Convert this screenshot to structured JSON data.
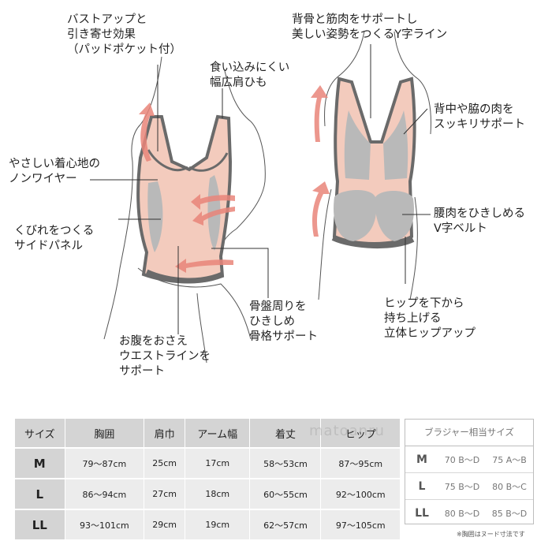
{
  "callouts": {
    "bust_up": [
      "バストアップと",
      "引き寄せ効果",
      "（パッドポケット付）"
    ],
    "strap": [
      "食い込みにくい",
      "幅広肩ひも"
    ],
    "no_wire": [
      "やさしい着心地の",
      "ノンワイヤー"
    ],
    "side_panel": [
      "くびれをつくる",
      "サイドパネル"
    ],
    "pelvis": [
      "骨盤周りを",
      "ひきしめ",
      "骨格サポート"
    ],
    "tummy": [
      "お腹をおさえ",
      "ウエストラインを",
      "サポート"
    ],
    "posture": [
      "背骨と筋肉をサポートし",
      "美しい姿勢をつくるY字ライン"
    ],
    "back": [
      "背中や脇の肉を",
      "スッキリサポート"
    ],
    "vbelt": [
      "腰肉をひきしめる",
      "V字ベルト"
    ],
    "hip": [
      "ヒップを下から",
      "持ち上げる",
      "立体ヒップアップ"
    ]
  },
  "size_table": {
    "headers": [
      "サイズ",
      "胸囲",
      "肩巾",
      "アーム幅",
      "着丈",
      "ヒップ"
    ],
    "rows": [
      [
        "M",
        "79〜87cm",
        "25cm",
        "17cm",
        "58〜53cm",
        "87〜95cm"
      ],
      [
        "L",
        "86〜94cm",
        "27cm",
        "18cm",
        "60〜55cm",
        "92〜100cm"
      ],
      [
        "LL",
        "93〜101cm",
        "29cm",
        "19cm",
        "62〜57cm",
        "97〜105cm"
      ]
    ]
  },
  "bra_table": {
    "title": "ブラジャー相当サイズ",
    "rows": [
      [
        "M",
        "70 B〜D",
        "75 A〜B"
      ],
      [
        "L",
        "75 B〜D",
        "80 B〜C"
      ],
      [
        "LL",
        "80 B〜D",
        "85 B〜D"
      ]
    ]
  },
  "note": "※胸囲はヌード寸法です",
  "watermark": "matoanru",
  "colors": {
    "garment": "#f3cbbd",
    "panel": "#b9b9b9",
    "arrow": "#e9857a",
    "trim": "#6a6a6a"
  }
}
